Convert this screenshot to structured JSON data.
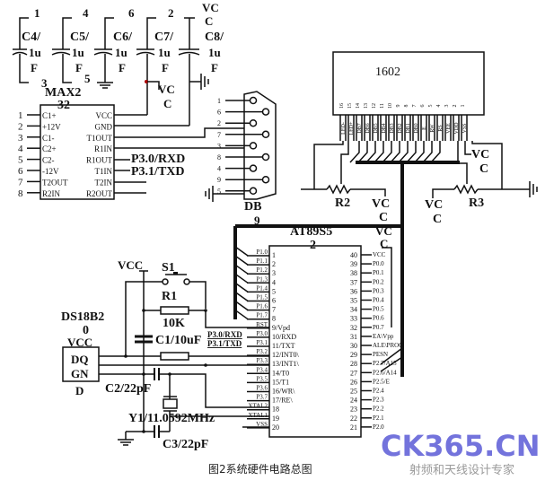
{
  "caption": "图2系统硬件电路总图",
  "watermark": {
    "brand": "CK365.CN",
    "tagline": "射频和天线设计专家",
    "colors": {
      "primary": "#5b5bd6",
      "accent": "#e07a6a",
      "gray": "#9a9a9a"
    }
  },
  "capacitors_top": [
    {
      "pin": "1",
      "name": "C4/",
      "value1": "1u",
      "value2": "F",
      "pin2": "3"
    },
    {
      "pin": "4",
      "name": "C5/",
      "value1": "1u",
      "value2": "F",
      "pin2": "5"
    },
    {
      "pin": "6",
      "name": "C6/",
      "value1": "1u",
      "value2": "F"
    },
    {
      "pin": "2",
      "name": "C7/",
      "value1": "1u",
      "value2": "F"
    },
    {
      "pin": "VC",
      "name": "C8/",
      "value1": "1u",
      "value2": "F",
      "pin_c": "C"
    }
  ],
  "vcc_label_a": "VC",
  "vcc_label_b": "C",
  "max232": {
    "title1": "MAX2",
    "title2": "32",
    "left_pins": [
      {
        "num": "1",
        "name": "C1+"
      },
      {
        "num": "2",
        "name": "+12V"
      },
      {
        "num": "3",
        "name": "C1-"
      },
      {
        "num": "4",
        "name": "C2+"
      },
      {
        "num": "5",
        "name": "C2-"
      },
      {
        "num": "6",
        "name": "-12V"
      },
      {
        "num": "7",
        "name": "T2OUT"
      },
      {
        "num": "8",
        "name": "R2IN"
      }
    ],
    "right_pins": [
      "VCC",
      "GND",
      "T1OUT",
      "R1IN",
      "R1OUT",
      "T1IN",
      "T2IN",
      "R2OUT"
    ],
    "net_rxd": "P3.0/RXD",
    "net_txd": "P3.1/TXD"
  },
  "db9": {
    "title1": "DB",
    "title2": "9",
    "pins": [
      "1",
      "6",
      "2",
      "7",
      "3",
      "8",
      "4",
      "9",
      "5"
    ]
  },
  "lcd": {
    "title": "1602",
    "pin_nums": [
      "16",
      "15",
      "14",
      "13",
      "12",
      "11",
      "10",
      "9",
      "8",
      "7",
      "6",
      "5",
      "4",
      "3",
      "2",
      "1"
    ],
    "pin_names": [
      "LED-",
      "LED+",
      "DB7",
      "DB6",
      "DB5",
      "DB4",
      "DB3",
      "DB2",
      "DB1",
      "DB0",
      "E",
      "RW",
      "RS",
      "VEE",
      "VDD",
      "VSS"
    ]
  },
  "r2": {
    "name": "R2"
  },
  "r3": {
    "name": "R3"
  },
  "mcu": {
    "title1": "AT89S5",
    "title2": "2",
    "left_pins": [
      {
        "net": "P1.0",
        "num": "1"
      },
      {
        "net": "P1.1",
        "num": "2"
      },
      {
        "net": "P1.2",
        "num": "3"
      },
      {
        "net": "P1.3",
        "num": "4"
      },
      {
        "net": "P1.4",
        "num": "5"
      },
      {
        "net": "P1.5",
        "num": "6"
      },
      {
        "net": "P1.6",
        "num": "7"
      },
      {
        "net": "P1.7",
        "num": "8"
      },
      {
        "net": "RST",
        "num": "9/Vpd"
      },
      {
        "net": "P3.0",
        "num": "10/RXD"
      },
      {
        "net": "P3.1",
        "num": "11/TXT"
      },
      {
        "net": "P3.2",
        "num": "12/INT0\\"
      },
      {
        "net": "P3.3",
        "num": "13/INT1\\"
      },
      {
        "net": "P3.4",
        "num": "14/T0"
      },
      {
        "net": "P3.5",
        "num": "15/T1"
      },
      {
        "net": "P3.6",
        "num": "16/WR\\"
      },
      {
        "net": "P3.7",
        "num": "17/RE\\"
      },
      {
        "net": "XTAL2",
        "num": "18"
      },
      {
        "net": "XTAL1",
        "num": "19"
      },
      {
        "net": "VSS",
        "num": "20"
      }
    ],
    "right_pins": [
      {
        "num": "40",
        "net": "VCC"
      },
      {
        "num": "39",
        "net": "P0.0"
      },
      {
        "num": "38",
        "net": "P0.1"
      },
      {
        "num": "37",
        "net": "P0.2"
      },
      {
        "num": "36",
        "net": "P0.3"
      },
      {
        "num": "35",
        "net": "P0.4"
      },
      {
        "num": "34",
        "net": "P0.5"
      },
      {
        "num": "33",
        "net": "P0.6"
      },
      {
        "num": "32",
        "net": "P0.7"
      },
      {
        "num": "31",
        "net": "EA\\Vpp"
      },
      {
        "num": "30",
        "net": "ALE\\PROG"
      },
      {
        "num": "29",
        "net": "PESN"
      },
      {
        "num": "28",
        "net": "P2.7/A15"
      },
      {
        "num": "27",
        "net": "P2.6/A14"
      },
      {
        "num": "26",
        "net": "P2.5/E"
      },
      {
        "num": "25",
        "net": "P2.4"
      },
      {
        "num": "24",
        "net": "P2.3"
      },
      {
        "num": "23",
        "net": "P2.2"
      },
      {
        "num": "22",
        "net": "P2.1"
      },
      {
        "num": "21",
        "net": "P2.0"
      }
    ],
    "rxd_tag": "P3.0/RXD",
    "txd_tag": "P3.1/TXD"
  },
  "reset": {
    "vcc": "VCC",
    "switch": "S1",
    "resistor": "R1",
    "res_value": "10K",
    "cap": "C1/10uF"
  },
  "ds18b20": {
    "title1": "DS18B2",
    "title2": "0",
    "pin_vcc": "VCC",
    "pin_dq": "DQ",
    "pin_gnd1": "GN",
    "pin_gnd2": "D"
  },
  "crystal": {
    "c2": "C2/22pF",
    "y1": "Y1/11.0592MHz",
    "c3": "C3/22pF"
  }
}
